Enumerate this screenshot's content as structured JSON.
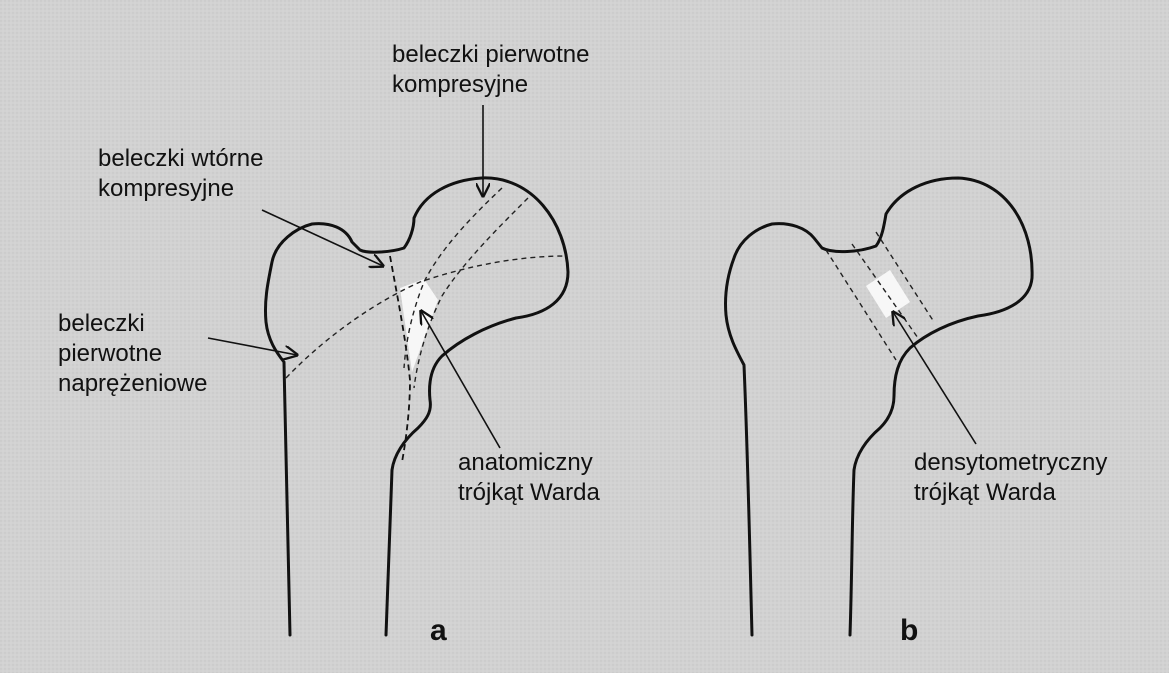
{
  "colors": {
    "background": "#d4d4d4",
    "outline": "#111111",
    "ward_region": "#f7f7f7"
  },
  "panel_a": {
    "letter": "a",
    "labels": {
      "primary_compressive": [
        "beleczki pierwotne",
        "kompresyjne"
      ],
      "secondary_compressive": [
        "beleczki wtórne",
        "kompresyjne"
      ],
      "primary_tensile": [
        "beleczki",
        "pierwotne",
        "naprężeniowe"
      ],
      "ward_anatomical": [
        "anatomiczny",
        "trójkąt Warda"
      ]
    }
  },
  "panel_b": {
    "letter": "b",
    "labels": {
      "ward_densitometric": [
        "densytometryczny",
        "trójkąt Warda"
      ]
    }
  }
}
